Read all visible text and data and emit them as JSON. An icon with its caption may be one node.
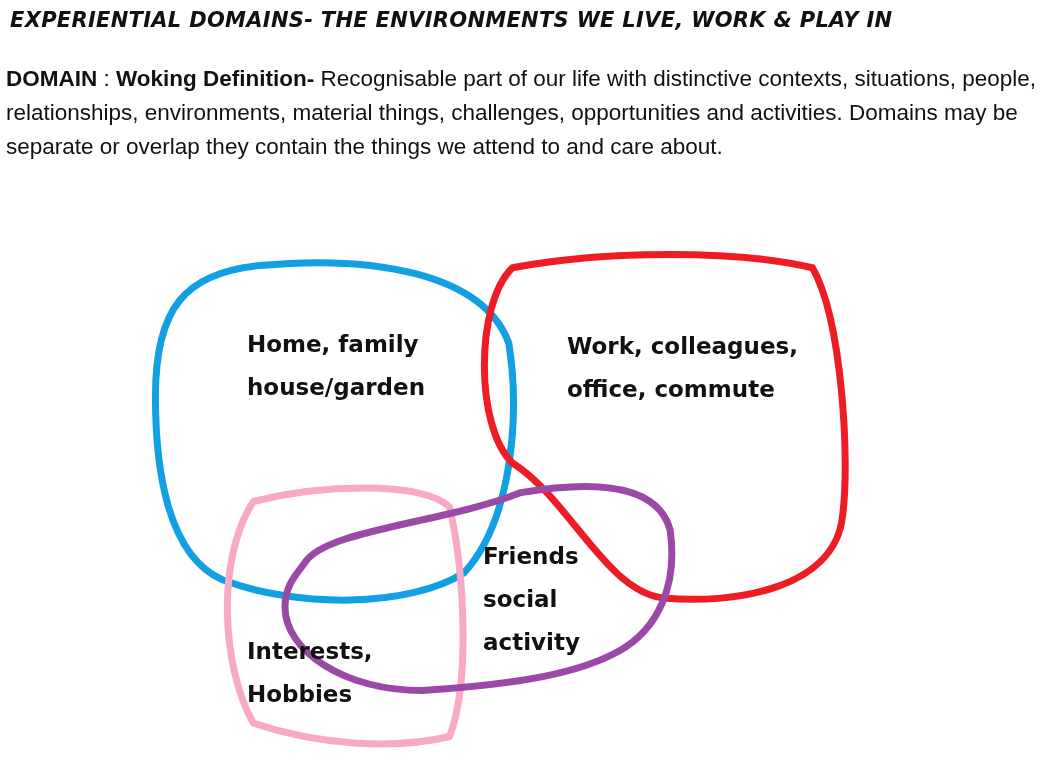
{
  "diagram": {
    "title": "EXPERIENTIAL DOMAINS- THE ENVIRONMENTS WE LIVE, WORK & PLAY IN",
    "nodes": [
      {
        "text": [
          "Home, family house/garden"
        ]
      },
      {
        "text": [
          "Work, colleagues, office, commute"
        ]
      },
      {
        "text": [
          "Interests, Hobbies"
        ]
      },
      {
        "text": [
          "Friends social activity"
        ]
      }
    ],
    "labels": [
      "**DOMAIN** : **Woking Definition-** Recognisable part of our life with distinctive contexts, situations, people, relationships, environments, material things, challenges, opportunities and activities. Domains may be separate or overlap they contain the things we attend to and care about."
    ]
  }
}
